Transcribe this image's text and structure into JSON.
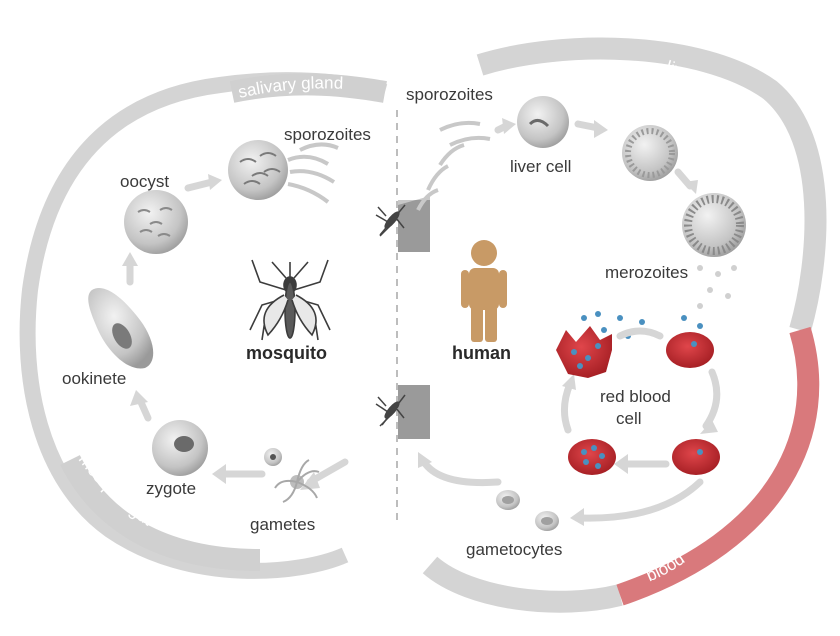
{
  "regions": {
    "salivary_gland": "salivary gland",
    "mosquito_gut": "mosquito gut",
    "liver": "liver",
    "blood": "blood"
  },
  "hosts": {
    "mosquito": "mosquito",
    "human": "human"
  },
  "stages": {
    "sporozoites_mosquito": "sporozoites",
    "oocyst": "oocyst",
    "ookinete": "ookinete",
    "zygote": "zygote",
    "gametes": "gametes",
    "sporozoites_human": "sporozoites",
    "liver_cell": "liver cell",
    "merozoites": "merozoites",
    "red_blood_cell_line1": "red blood",
    "red_blood_cell_line2": "cell",
    "gametocytes": "gametocytes"
  },
  "colors": {
    "ring_gray": "#d4d4d4",
    "blood_red": "#d9797c",
    "rbc_red": "#c0242a",
    "human_tan": "#c89a66",
    "cell_gray": "#bcbcbc"
  }
}
